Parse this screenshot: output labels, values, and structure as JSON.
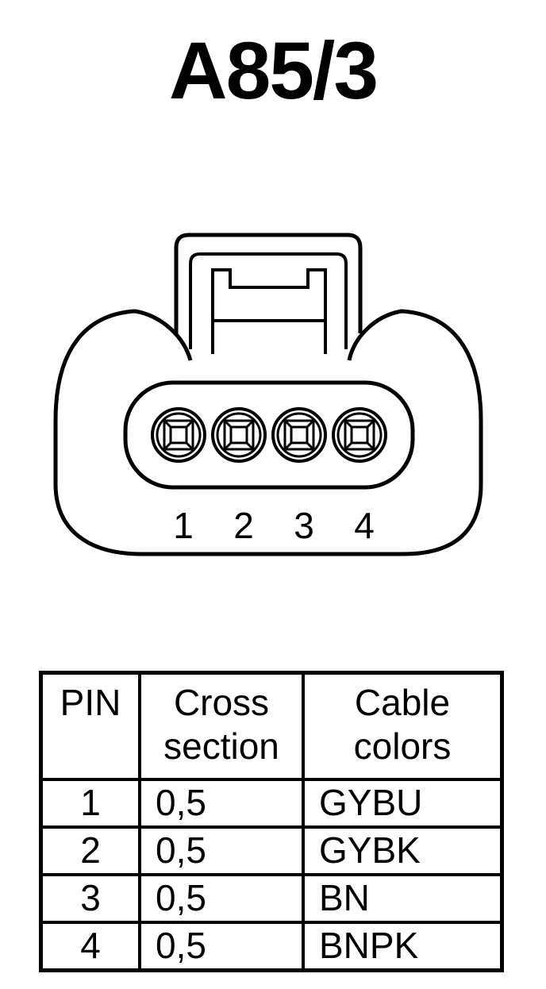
{
  "title": "A85/3",
  "connector": {
    "pins": [
      "1",
      "2",
      "3",
      "4"
    ]
  },
  "table": {
    "headers": {
      "pin": "PIN",
      "cross_section": [
        "Cross",
        "section"
      ],
      "cable_colors": [
        "Cable",
        "colors"
      ]
    },
    "rows": [
      {
        "pin": "1",
        "cross_section": "0,5",
        "cable_color": "GYBU"
      },
      {
        "pin": "2",
        "cross_section": "0,5",
        "cable_color": "GYBK"
      },
      {
        "pin": "3",
        "cross_section": "0,5",
        "cable_color": "BN"
      },
      {
        "pin": "4",
        "cross_section": "0,5",
        "cable_color": "BNPK"
      }
    ]
  }
}
